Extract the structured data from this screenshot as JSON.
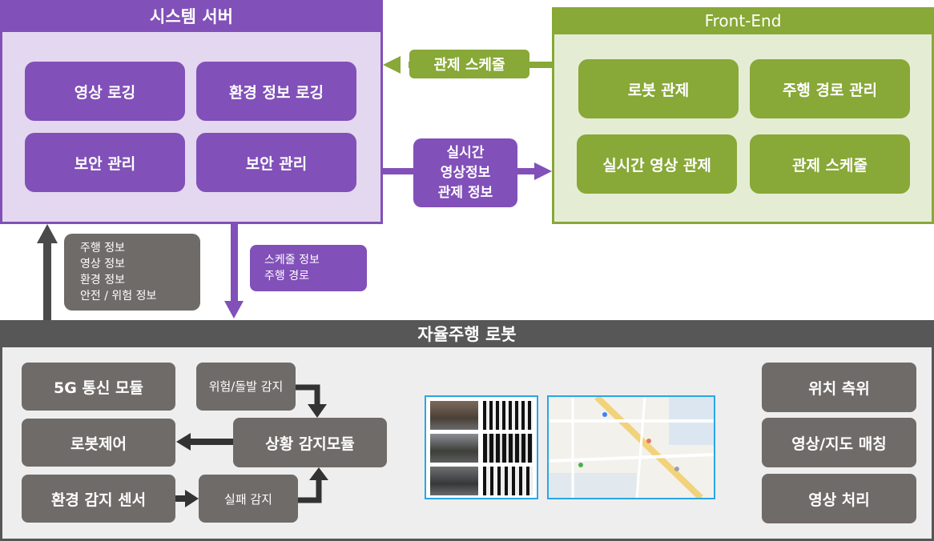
{
  "system_server": {
    "title": "시스템 서버",
    "modules": [
      "영상 로깅",
      "환경 정보 로깅",
      "보안 관리",
      "보안 관리"
    ]
  },
  "front_end": {
    "title": "Front-End",
    "modules": [
      "로봇 관제",
      "주행 경로 관리",
      "실시간 영상 관제",
      "관제 스케줄"
    ]
  },
  "links": {
    "schedule_label": "관제 스케줄",
    "realtime_label": [
      "실시간",
      "영상정보",
      "관제 정보"
    ],
    "robot_to_server_info": [
      "주행 정보",
      "영상 정보",
      "환경 정보",
      "안전 / 위험 정보"
    ],
    "server_to_robot_info": [
      "스케줄 정보",
      "주행 경로"
    ]
  },
  "robot": {
    "title": "자율주행 로봇",
    "comm_module": "5G 통신 모듈",
    "robot_control": "로봇제어",
    "env_sensor": "환경 감지 센서",
    "danger_detect": "위험/돌발 감지",
    "situation_module": "상황 감지모듈",
    "failure_detect": "실패 감지",
    "right_modules": [
      "위치 측위",
      "영상/지도 매칭",
      "영상 처리"
    ]
  },
  "colors": {
    "purple": "#8150b8",
    "purple_light": "#e3d8ef",
    "green": "#88a837",
    "green_light": "#e5ecd4",
    "dark_gray": "#575757",
    "gray_box": "#6f6b69",
    "panel_gray": "#eeeeee"
  }
}
